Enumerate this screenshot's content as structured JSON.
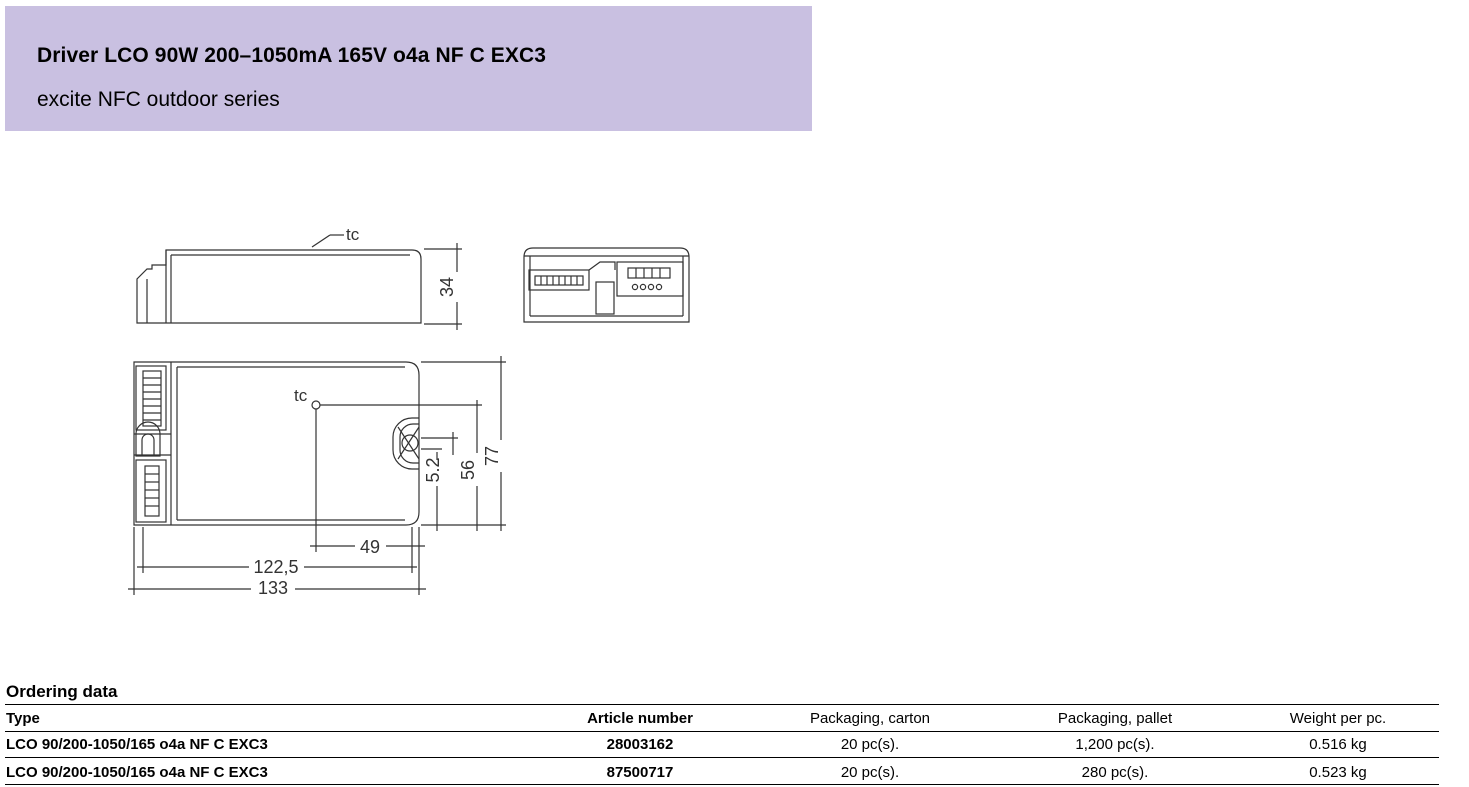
{
  "header": {
    "title": "Driver LCO 90W 200–1050mA 165V o4a NF C EXC3",
    "subtitle": "excite NFC outdoor series"
  },
  "drawing": {
    "side_view": {
      "tc_label": "tc",
      "height_dim": "34"
    },
    "top_view": {
      "tc_label": "tc",
      "dim_5_2": "5.2",
      "dim_56": "56",
      "dim_77": "77",
      "dim_49": "49",
      "dim_122_5": "122,5",
      "dim_133": "133"
    }
  },
  "ordering": {
    "title": "Ordering data",
    "columns": [
      "Type",
      "Article number",
      "Packaging, carton",
      "Packaging, pallet",
      "Weight per pc."
    ],
    "rows": [
      [
        "LCO 90/200-1050/165 o4a NF C EXC3",
        "28003162",
        "20 pc(s).",
        "1,200 pc(s).",
        "0.516 kg"
      ],
      [
        "LCO 90/200-1050/165 o4a NF C EXC3",
        "87500717",
        "20 pc(s).",
        "280 pc(s).",
        "0.523 kg"
      ]
    ]
  }
}
